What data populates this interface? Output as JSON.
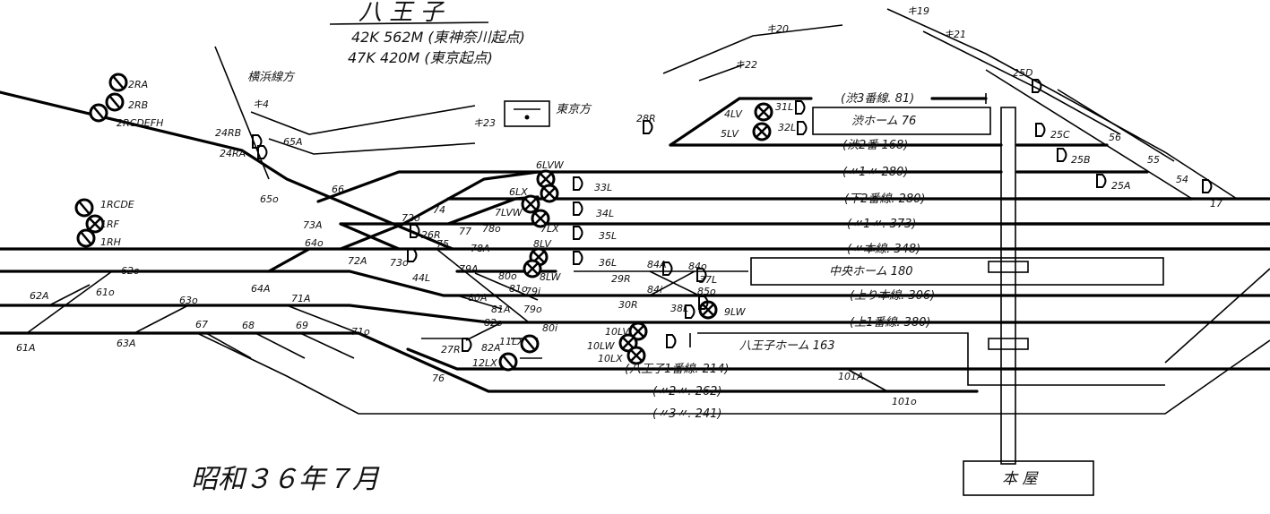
{
  "title": {
    "station": "八 王 子",
    "distance_1": "42K 562M (東神奈川起点)",
    "distance_2": "47K 420M (東京起点)"
  },
  "date": "昭和３６年７月",
  "building": "本 屋",
  "directions": {
    "yokohama": "横浜線方",
    "tokyo": "東京方"
  },
  "track_labels": {
    "t1": "(渋3番線. 81)",
    "t2": "(渋2番 168)",
    "t3": "(〃1〃 280)",
    "t4": "(下2番線. 280)",
    "t5": "(〃1〃. 373)",
    "t6": "(〃本線. 348)",
    "t7": "(上り本線. 306)",
    "t8": "(上1番線. 380)",
    "t9": "(八王子1番線. 214)",
    "t10": "(〃2〃. 262)",
    "t11": "(〃3〃. 241)"
  },
  "platforms": {
    "p1": "渋ホーム  76",
    "p2": "中央ホーム  180",
    "p3": "八王子ホーム  163"
  },
  "signals": {
    "s2RA": "2RA",
    "s2RB": "2RB",
    "s2RC": "2RCDEFH",
    "s1RCDE": "1RCDE",
    "s1RF": "1RF",
    "s1RH": "1RH",
    "s24RB": "24RB",
    "s24RA": "24RA",
    "s26R": "26R",
    "s44L": "44L",
    "s6LVW": "6LVW",
    "s6LX": "6LX",
    "s7LVW": "7LVW",
    "s7LX": "7LX",
    "s33L": "33L",
    "s34L": "34L",
    "s35L": "35L",
    "s36L": "36L",
    "s8LV": "8LV",
    "s8LW": "8LW",
    "s28R": "28R",
    "s4LV": "4LV",
    "s5LV": "5LV",
    "s31L": "31L",
    "s32L": "32L",
    "s29R": "29R",
    "s37L": "37L",
    "s30R": "30R",
    "s38L": "38L",
    "s9LW": "9LW",
    "s10LV": "10LV",
    "s10LW": "10LW",
    "s10LX": "10LX",
    "s27R": "27R",
    "s11LX": "11LX",
    "s12LX": "12LX",
    "s25D": "25D",
    "s25C": "25C",
    "s25B": "25B",
    "s25A": "25A",
    "s17": "17"
  },
  "points": {
    "k4": "キ4",
    "k20": "キ20",
    "k22": "キ22",
    "k23": "キ23",
    "k19": "キ19",
    "k21": "キ21",
    "p65A": "65A",
    "p65o": "65o",
    "p66": "66",
    "p73A": "73A",
    "p72o": "72o",
    "p74": "74",
    "p72A": "72A",
    "p73o": "73o",
    "p75": "75",
    "p77": "77",
    "p78o": "78o",
    "p78A": "78A",
    "p79A": "79A",
    "p80o": "80o",
    "p81o": "81o",
    "p79i": "79i",
    "p80A": "80A",
    "p81A": "81A",
    "p79o": "79o",
    "p82o": "82o",
    "p80i": "80i",
    "p82A": "82A",
    "p84A": "84A",
    "p84o": "84o",
    "p84i": "84i",
    "p85o": "85o",
    "p62o": "62o",
    "p61o": "61o",
    "p62A": "62A",
    "p63o": "63o",
    "p61A": "61A",
    "p63A": "63A",
    "p64A": "64A",
    "p64o": "64o",
    "p71A": "71A",
    "p67": "67",
    "p68": "68",
    "p69": "69",
    "p71o": "71o",
    "p76": "76",
    "p56": "56",
    "p55": "55",
    "p54": "54",
    "p101A": "101A",
    "p101o": "101o"
  }
}
